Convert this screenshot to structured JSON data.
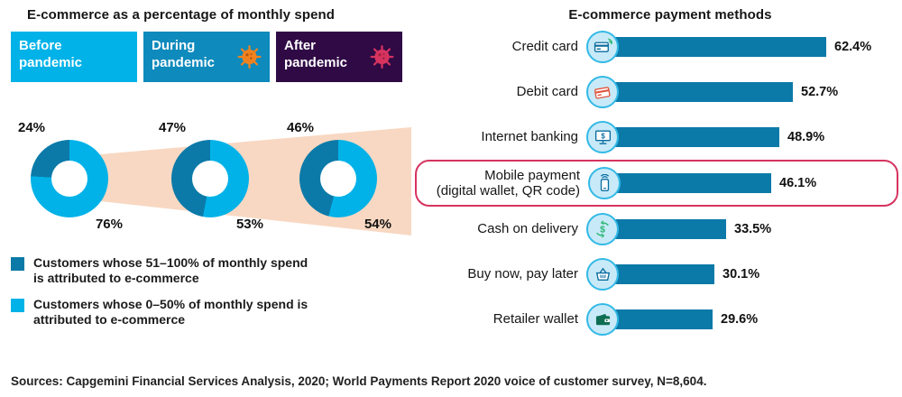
{
  "left": {
    "title": "E-commerce as a percentage of monthly spend",
    "phases": [
      {
        "id": "before-pandemic",
        "label": "Before pandemic",
        "bg": "#00b2e8",
        "virus_color": null
      },
      {
        "id": "during-pandemic",
        "label": "During pandemic",
        "bg": "#0e8abc",
        "virus_color": "#f0821e"
      },
      {
        "id": "after-pandemic",
        "label": "After pandemic",
        "bg": "#300a45",
        "virus_color": "#d6335f"
      }
    ],
    "colors": {
      "dark_segment": "#0c7aa8",
      "light_segment": "#00b2e8",
      "band": "#f8d8c2"
    },
    "donuts": [
      {
        "id": "before",
        "dark_pct": 24,
        "light_pct": 76,
        "dark_label": "24%",
        "light_label": "76%"
      },
      {
        "id": "during",
        "dark_pct": 47,
        "light_pct": 53,
        "dark_label": "47%",
        "light_label": "53%"
      },
      {
        "id": "after",
        "dark_pct": 46,
        "light_pct": 54,
        "dark_label": "46%",
        "light_label": "54%"
      }
    ],
    "legend": [
      {
        "color": "#0c7aa8",
        "text": "Customers whose 51–100% of monthly spend is attributed to e-commerce"
      },
      {
        "color": "#00b2e8",
        "text": "Customers whose 0–50% of monthly spend is attributed to e-commerce"
      }
    ]
  },
  "right": {
    "title": "E-commerce payment methods",
    "bar_color": "#0c7aa8",
    "highlight_color": "#d6335f",
    "methods": [
      {
        "label_lines": [
          "Credit card"
        ],
        "value": 62.4,
        "value_label": "62.4%",
        "icon": "credit-card-icon",
        "highlight": false
      },
      {
        "label_lines": [
          "Debit card"
        ],
        "value": 52.7,
        "value_label": "52.7%",
        "icon": "debit-card-icon",
        "highlight": false
      },
      {
        "label_lines": [
          "Internet banking"
        ],
        "value": 48.9,
        "value_label": "48.9%",
        "icon": "internet-banking-icon",
        "highlight": false
      },
      {
        "label_lines": [
          "Mobile payment",
          "(digital wallet, QR code)"
        ],
        "value": 46.1,
        "value_label": "46.1%",
        "icon": "mobile-payment-icon",
        "highlight": true
      },
      {
        "label_lines": [
          "Cash on delivery"
        ],
        "value": 33.5,
        "value_label": "33.5%",
        "icon": "cash-on-delivery-icon",
        "highlight": false
      },
      {
        "label_lines": [
          "Buy now, pay later"
        ],
        "value": 30.1,
        "value_label": "30.1%",
        "icon": "buy-now-pay-later-icon",
        "highlight": false
      },
      {
        "label_lines": [
          "Retailer wallet"
        ],
        "value": 29.6,
        "value_label": "29.6%",
        "icon": "retailer-wallet-icon",
        "highlight": false
      }
    ]
  },
  "source": "Sources:  Capgemini Financial Services Analysis, 2020; World Payments Report 2020 voice of customer survey, N=8,604.",
  "chart_data": [
    {
      "type": "pie",
      "subtype": "donut",
      "title": "E-commerce as a percentage of monthly spend",
      "phase_labels": [
        "Before pandemic",
        "During pandemic",
        "After pandemic"
      ],
      "categories": [
        "Customers whose 51–100% of monthly spend is attributed to e-commerce",
        "Customers whose 0–50% of monthly spend is attributed to e-commerce"
      ],
      "series": [
        {
          "name": "Before pandemic",
          "values": [
            24,
            76
          ]
        },
        {
          "name": "During pandemic",
          "values": [
            47,
            53
          ]
        },
        {
          "name": "After pandemic",
          "values": [
            46,
            54
          ]
        }
      ],
      "legend_position": "bottom"
    },
    {
      "type": "bar",
      "orientation": "horizontal",
      "title": "E-commerce payment methods",
      "categories": [
        "Credit card",
        "Debit card",
        "Internet banking",
        "Mobile payment (digital wallet, QR code)",
        "Cash on delivery",
        "Buy now, pay later",
        "Retailer wallet"
      ],
      "values": [
        62.4,
        52.7,
        48.9,
        46.1,
        33.5,
        30.1,
        29.6
      ],
      "value_labels": [
        "62.4%",
        "52.7%",
        "48.9%",
        "46.1%",
        "33.5%",
        "30.1%",
        "29.6%"
      ],
      "xlim": [
        0,
        70
      ],
      "grid": false,
      "highlighted_category": "Mobile payment (digital wallet, QR code)"
    }
  ]
}
